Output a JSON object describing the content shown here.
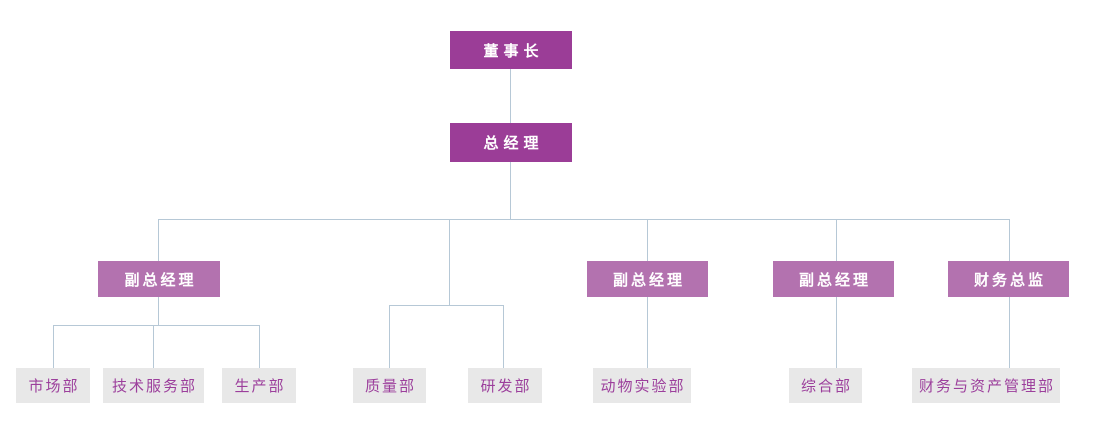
{
  "colors": {
    "background": "#FFFFFF",
    "executive_box": "#9B3D97",
    "manager_box": "#B372AF",
    "department_box": "#E8E8E8",
    "department_text": "#9C3F9C",
    "connector_line": "#B6C8D6"
  },
  "nodes": {
    "chairman": {
      "label": "董事长"
    },
    "general_manager": {
      "label": "总经理"
    },
    "deputy_gm_1": {
      "label": "副总经理"
    },
    "deputy_gm_2": {
      "label": "副总经理"
    },
    "deputy_gm_3": {
      "label": "副总经理"
    },
    "finance_director": {
      "label": "财务总监"
    },
    "marketing_dept": {
      "label": "市场部"
    },
    "tech_service_dept": {
      "label": "技术服务部"
    },
    "production_dept": {
      "label": "生产部"
    },
    "quality_dept": {
      "label": "质量部"
    },
    "rd_dept": {
      "label": "研发部"
    },
    "animal_lab_dept": {
      "label": "动物实验部"
    },
    "general_affairs_dept": {
      "label": "综合部"
    },
    "finance_asset_dept": {
      "label": "财务与资产管理部"
    }
  },
  "hierarchy": {
    "label": "董事长",
    "children": [
      {
        "label": "总经理",
        "children": [
          {
            "label": "副总经理",
            "children": [
              {
                "label": "市场部"
              },
              {
                "label": "技术服务部"
              },
              {
                "label": "生产部"
              }
            ]
          },
          {
            "label": "",
            "children": [
              {
                "label": "质量部"
              },
              {
                "label": "研发部"
              }
            ]
          },
          {
            "label": "副总经理",
            "children": [
              {
                "label": "动物实验部"
              }
            ]
          },
          {
            "label": "副总经理",
            "children": [
              {
                "label": "综合部"
              }
            ]
          },
          {
            "label": "财务总监",
            "children": [
              {
                "label": "财务与资产管理部"
              }
            ]
          }
        ]
      }
    ]
  }
}
